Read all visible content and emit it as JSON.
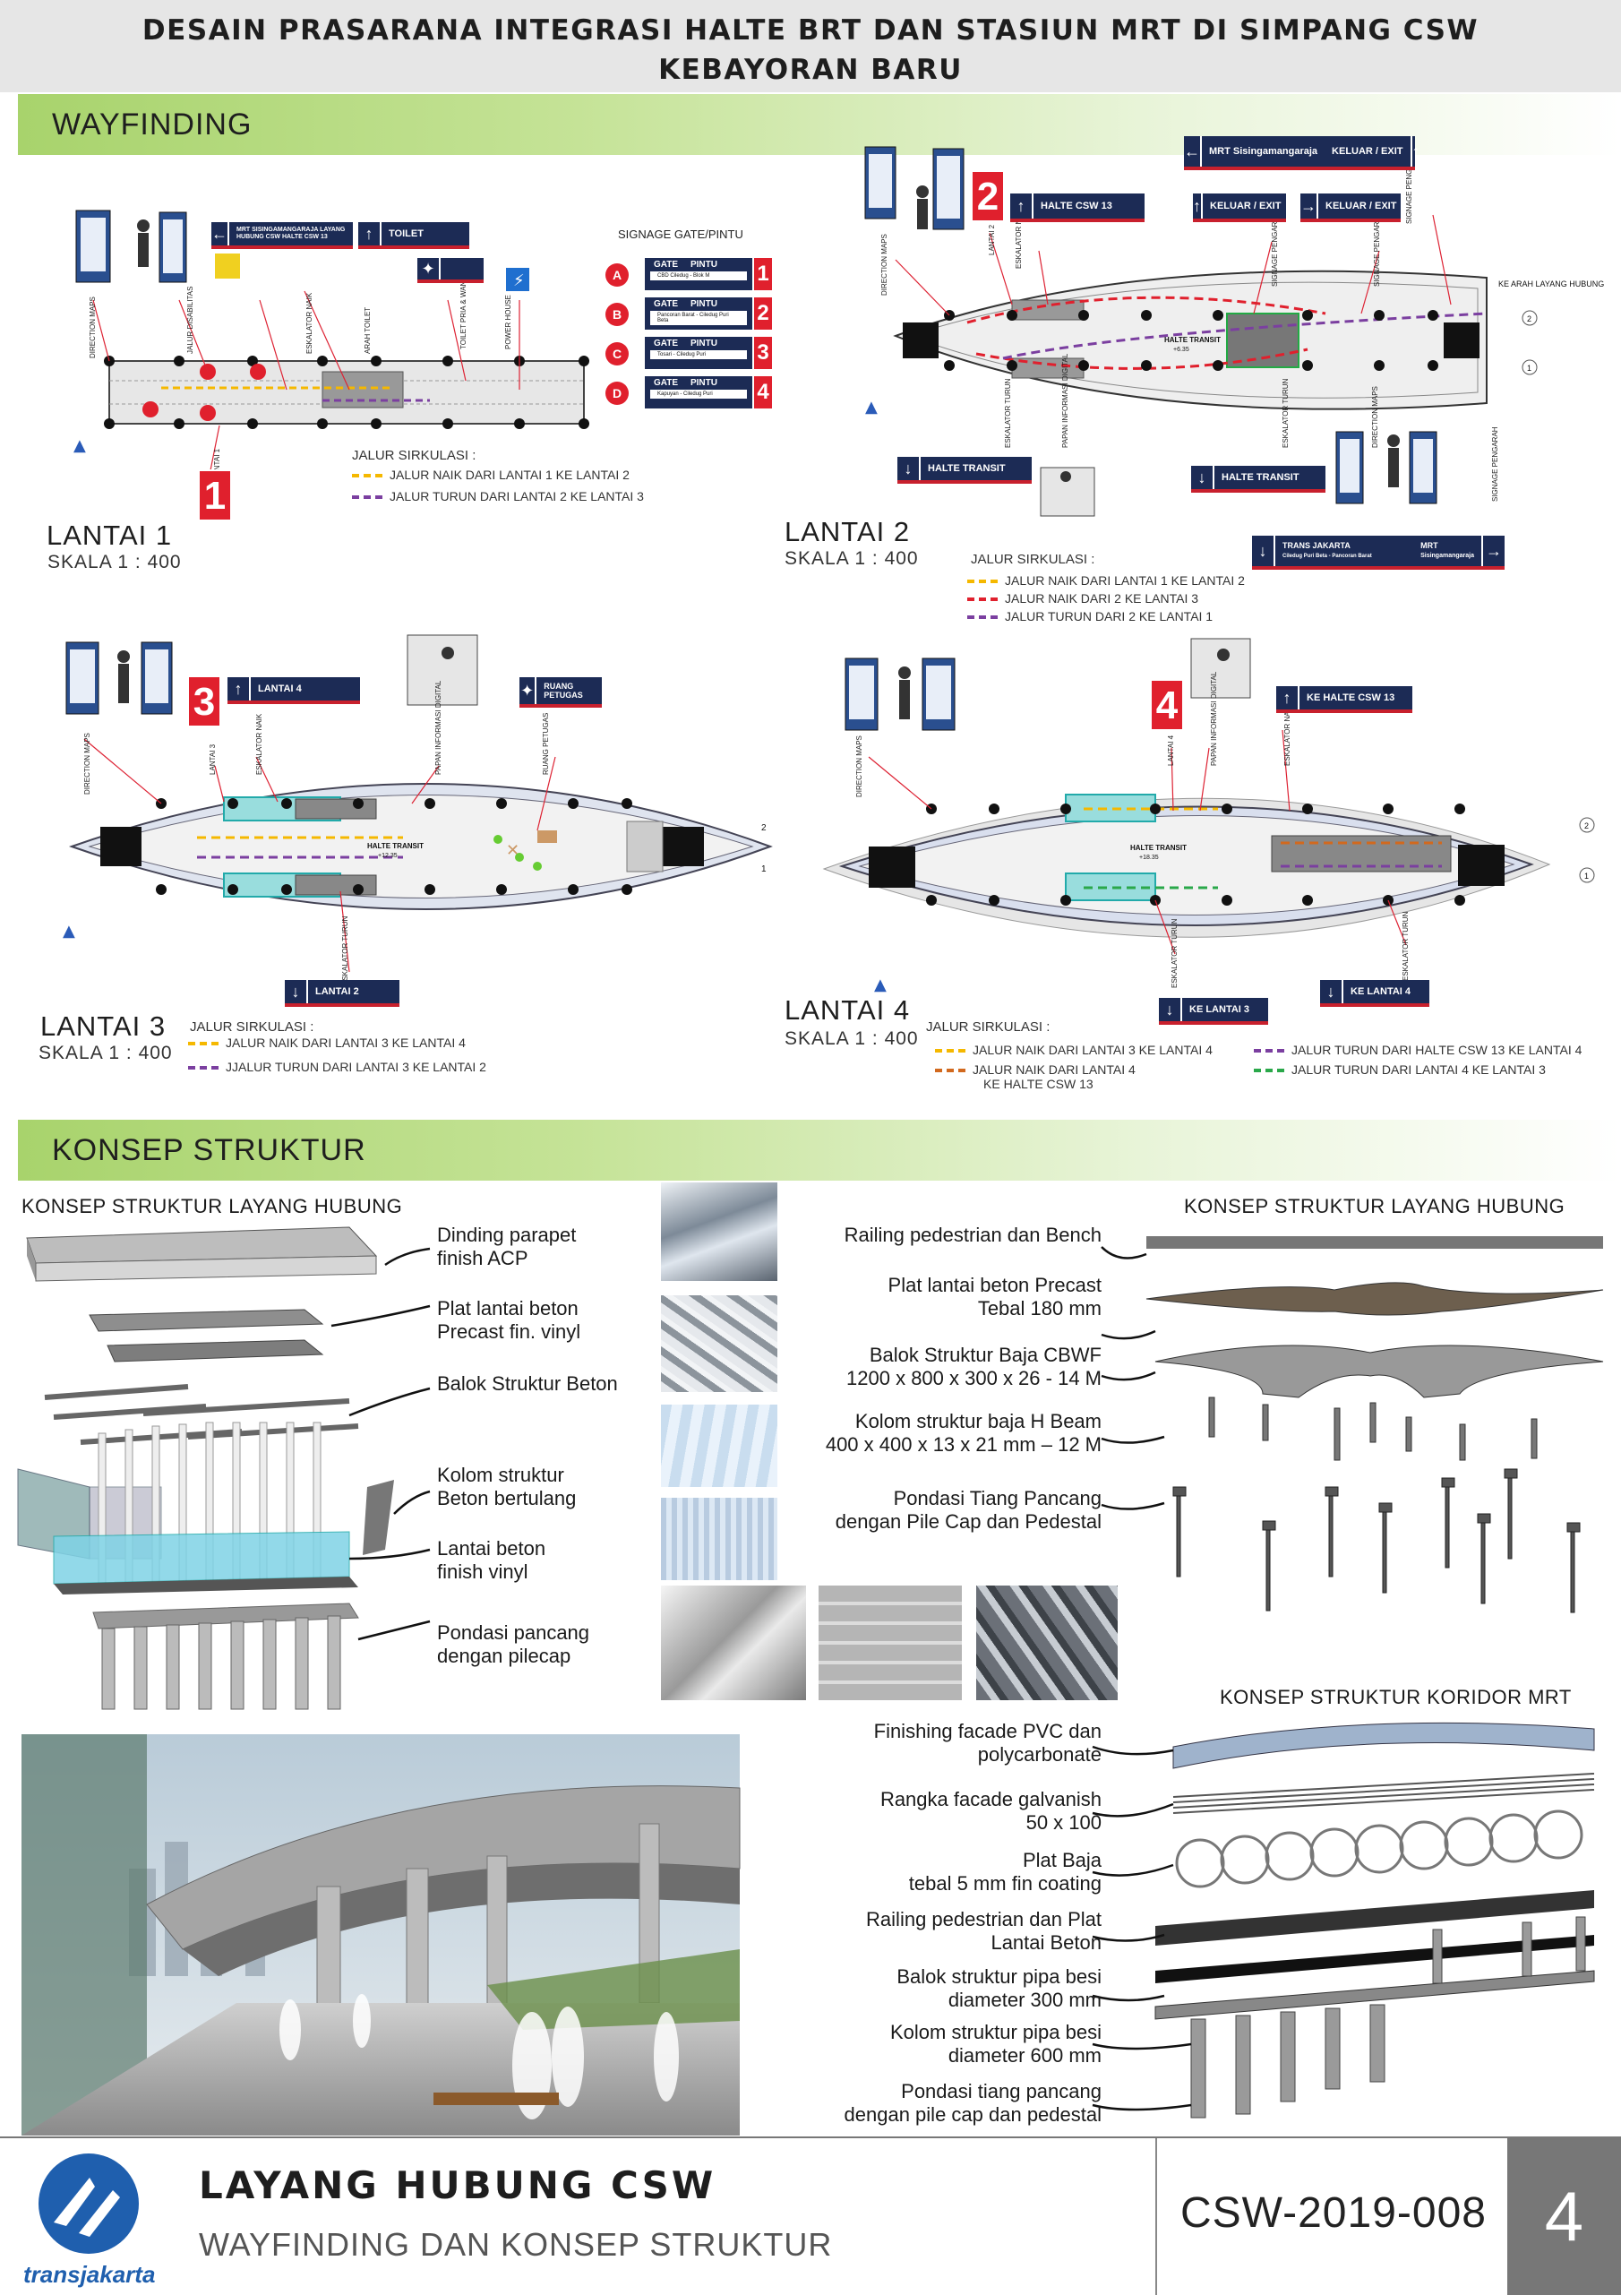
{
  "header": {
    "line1": "DESAIN PRASARANA INTEGRASI HALTE BRT DAN STASIUN MRT DI SIMPANG CSW",
    "line2": "KEBAYORAN BARU"
  },
  "wayfinding": {
    "section_title": "WAYFINDING",
    "signage_gate_title": "SIGNAGE GATE/PINTU",
    "gates": [
      {
        "letter": "A",
        "gate": "GATE",
        "pintu": "PINTU",
        "dest": "CBD Ciledug - Blok M",
        "num": "1"
      },
      {
        "letter": "B",
        "gate": "GATE",
        "pintu": "PINTU",
        "dest": "Pancoran Barat - Ciledug Puri Beta",
        "num": "2"
      },
      {
        "letter": "C",
        "gate": "GATE",
        "pintu": "PINTU",
        "dest": "Tosari - Ciledug Puri",
        "num": "3"
      },
      {
        "letter": "D",
        "gate": "GATE",
        "pintu": "PINTU",
        "dest": "Kapuyan - Ciledug Puri",
        "num": "4"
      }
    ],
    "lantai1": {
      "title": "LANTAI 1",
      "scale": "SKALA 1 : 400",
      "sirkulasi_title": "JALUR  SIRKULASI :",
      "items": [
        {
          "text": "JALUR NAIK DARI LANTAI 1 KE LANTAI 2",
          "color": "#f5b800"
        },
        {
          "text": "JALUR TURUN DARI LANTAI 2 KE LANTAI 3",
          "color": "#7b3fa0"
        }
      ],
      "signs": {
        "mrt": "MRT SISINGAMANGARAJA LAYANG HUBUNG CSW HALTE CSW 13",
        "toilet": "TOILET"
      },
      "vlabels": [
        "DIRECTION MAPS",
        "JALUR DISABILITAS",
        "ESKALATOR NAIK",
        "ARAH TOILET",
        "TOILET PRIA & WANITA",
        "POWER HOUSE",
        "LANTAI 1"
      ],
      "badge": "1"
    },
    "lantai2": {
      "title": "LANTAI 2",
      "scale": "SKALA 1 : 400",
      "sirkulasi_title": "JALUR  SIRKULASI :",
      "items": [
        {
          "text": "JALUR NAIK DARI LANTAI 1 KE LANTAI 2",
          "color": "#f5b800"
        },
        {
          "text": "JALUR NAIK DARI 2 KE LANTAI 3",
          "color": "#e0202d"
        },
        {
          "text": "JALUR TURUN DARI 2 KE LANTAI 1",
          "color": "#7b3fa0"
        }
      ],
      "signs": {
        "mrt": "MRT Sisingamangaraja",
        "keluar_top": "KELUAR / EXIT",
        "halte": "HALTE CSW 13",
        "keluar1": "KELUAR / EXIT",
        "keluar2": "KELUAR / EXIT",
        "halte_transit": "HALTE TRANSIT",
        "halte_transit2": "HALTE TRANSIT",
        "tj": "TRANS JAKARTA",
        "tj_dest": "Ciledug Puri Beta - Pancoran Barat",
        "mrt2": "MRT",
        "mrt2_dest": "Sisingamangaraja",
        "arah": "KE ARAH LAYANG HUBUNG",
        "transit": "HALTE TRANSIT",
        "transit_level": "+6.35"
      },
      "vlabels": [
        "DIRECTION MAPS",
        "LANTAI 2",
        "ESKALATOR NAIK",
        "SIGNAGE PENGARAH",
        "SIGNAGE PENGARAH",
        "SIGNAGE PENGARAH",
        "ESKALATOR TURUN",
        "PAPAN INFORMASI DIGITAL",
        "ESKALATOR TURUN",
        "DIRECTION MAPS",
        "SIGNAGE PENGARAH"
      ],
      "badge": "2"
    },
    "lantai3": {
      "title": "LANTAI 3",
      "scale": "SKALA 1 : 400",
      "sirkulasi_title": "JALUR SIRKULASI :",
      "items": [
        {
          "text": "JALUR NAIK DARI LANTAI 3 KE LANTAI 4",
          "color": "#f5b800"
        },
        {
          "text": "JJALUR TURUN DARI LANTAI 3 KE LANTAI 2",
          "color": "#7b3fa0"
        }
      ],
      "signs": {
        "lantai4": "LANTAI 4",
        "ruang": "RUANG PETUGAS",
        "lantai2": "LANTAI 2",
        "transit": "HALTE TRANSIT",
        "transit_level": "+12.35"
      },
      "vlabels": [
        "DIRECTION MAPS",
        "LANTAI 3",
        "ESKALATOR NAIK",
        "PAPAN INFORMASI DIGITAL",
        "RUANG PETUGAS",
        "ESKALATOR TURUN"
      ],
      "badge": "3"
    },
    "lantai4": {
      "title": "LANTAI 4",
      "scale": "SKALA 1 : 400",
      "sirkulasi_title": "JALUR SIRKULASI :",
      "items": [
        {
          "text": "JALUR NAIK DARI LANTAI 3 KE LANTAI 4",
          "color": "#f5b800"
        },
        {
          "text": "JALUR NAIK DARI LANTAI 4",
          "text2": "KE HALTE CSW 13",
          "color": "#d2691e"
        },
        {
          "text": "JALUR TURUN DARI HALTE CSW 13 KE LANTAI 4",
          "color": "#7b3fa0"
        },
        {
          "text": "JALUR TURUN DARI LANTAI 4 KE LANTAI 3",
          "color": "#2aa84a"
        }
      ],
      "signs": {
        "ke_halte": "KE HALTE CSW 13",
        "ke_lantai3": "KE LANTAI 3",
        "ke_lantai4": "KE LANTAI 4",
        "transit": "HALTE TRANSIT",
        "transit_level": "+18.35"
      },
      "vlabels": [
        "DIRECTION MAPS",
        "LANTAI 4",
        "PAPAN INFORMASI DIGITAL",
        "ESKALATOR NAIK",
        "ESKALATOR TURUN",
        "ESKALATOR TURUN"
      ],
      "badge": "4"
    }
  },
  "struktur": {
    "section_title": "KONSEP STRUKTUR",
    "left_title": "KONSEP STRUKTUR LAYANG HUBUNG",
    "left_labels": [
      [
        "Dinding parapet",
        "finish ACP"
      ],
      [
        "Plat lantai beton",
        "Precast fin. vinyl"
      ],
      [
        "Balok Struktur Beton"
      ],
      [
        "Kolom struktur",
        "Beton bertulang"
      ],
      [
        "Lantai beton",
        "finish vinyl"
      ],
      [
        "Pondasi pancang",
        "dengan pilecap"
      ]
    ],
    "right_title": "KONSEP STRUKTUR LAYANG HUBUNG",
    "right_labels": [
      [
        "Railing pedestrian dan Bench"
      ],
      [
        "Plat lantai beton Precast",
        "Tebal 180 mm"
      ],
      [
        "Balok Struktur Baja CBWF",
        "1200 x 800 x 300 x 26 - 14 M"
      ],
      [
        "Kolom struktur baja H Beam",
        "400 x 400 x 13 x 21 mm – 12 M"
      ],
      [
        "Pondasi Tiang Pancang",
        "dengan Pile Cap dan Pedestal"
      ]
    ],
    "mrt_title": "KONSEP STRUKTUR KORIDOR MRT",
    "mrt_labels": [
      [
        "Finishing facade PVC dan",
        "polycarbonate"
      ],
      [
        "Rangka facade galvanish",
        "50 x 100"
      ],
      [
        "Plat Baja",
        "tebal 5 mm fin coating"
      ],
      [
        "Railing pedestrian dan Plat",
        "Lantai Beton"
      ],
      [
        "Balok struktur  pipa besi",
        "diameter 300 mm"
      ],
      [
        "Kolom struktur pipa besi",
        "diameter 600 mm"
      ],
      [
        "Pondasi tiang pancang",
        "dengan pile cap dan pedestal"
      ]
    ]
  },
  "footer": {
    "logo_text": "transjakarta",
    "title": "LAYANG HUBUNG CSW",
    "subtitle": "WAYFINDING DAN KONSEP STRUKTUR",
    "code": "CSW-2019-008",
    "page": "4"
  },
  "colors": {
    "navy": "#1c2b55",
    "red": "#e0202d",
    "green": "#a8d36c",
    "brand": "#1f5fae"
  }
}
